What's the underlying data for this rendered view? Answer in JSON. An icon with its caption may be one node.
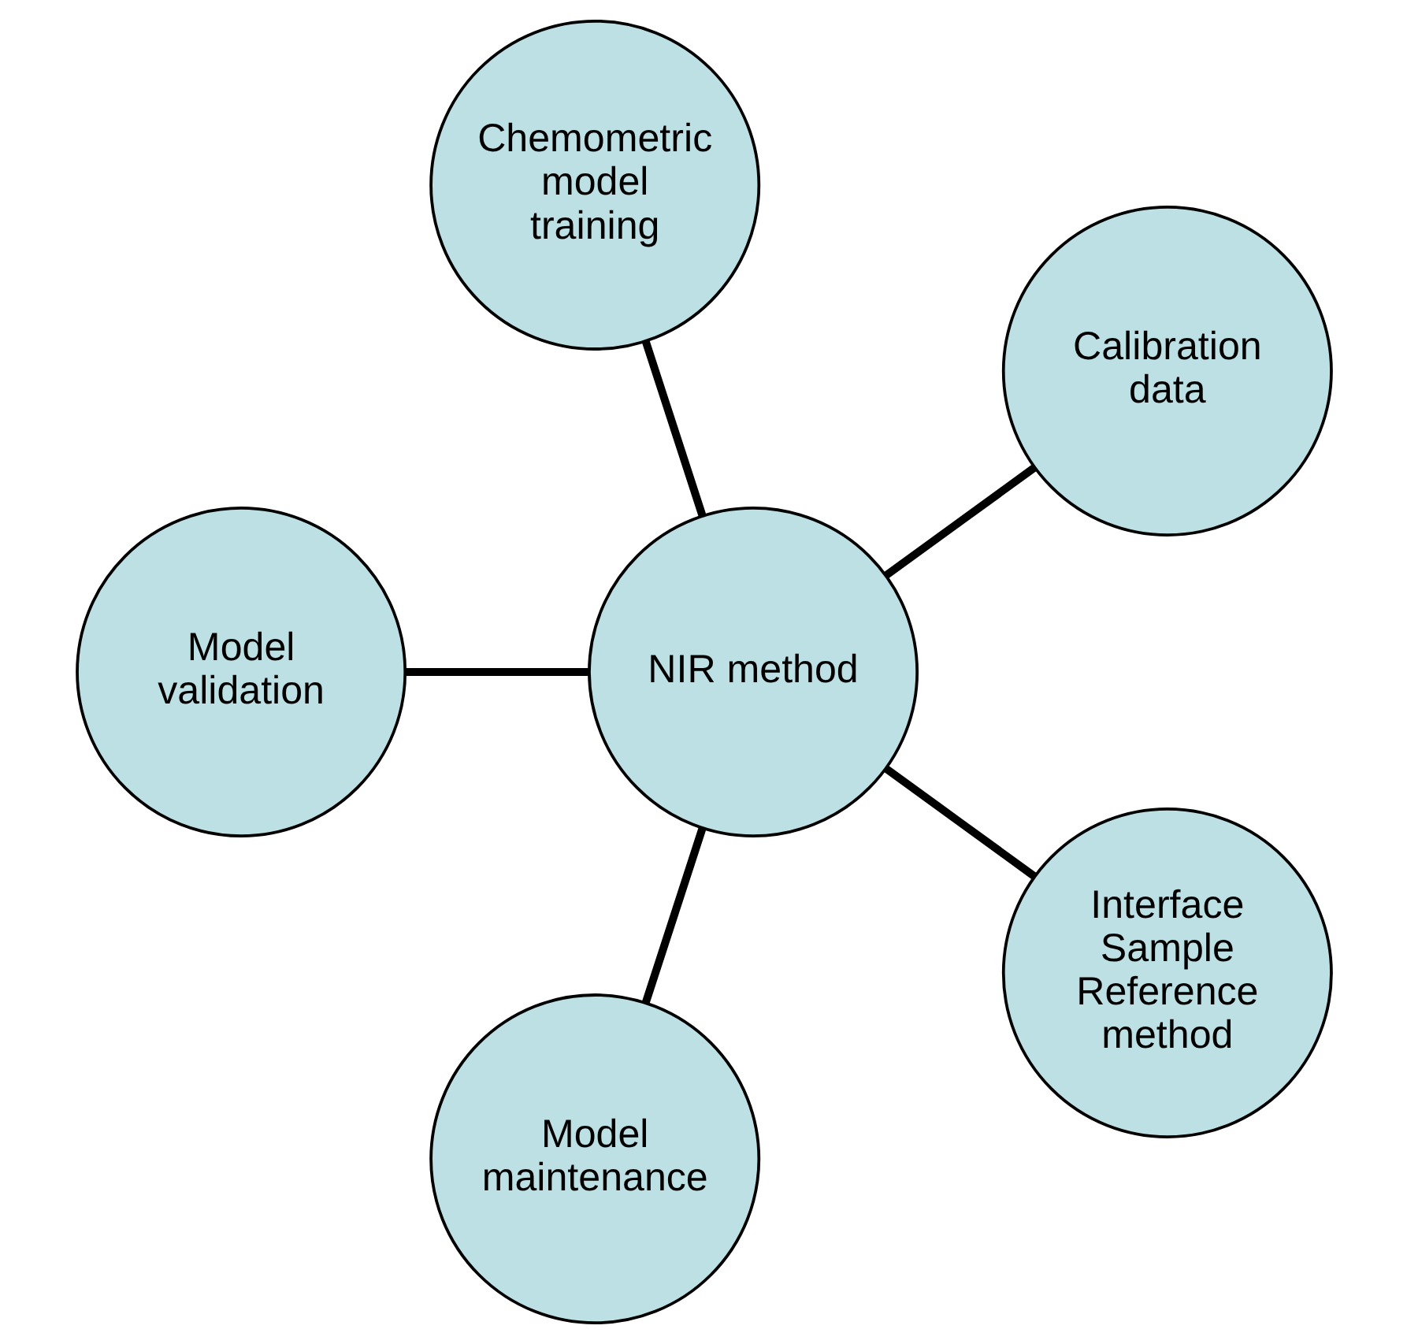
{
  "diagram": {
    "nodes": [
      {
        "text": [
          "Calibration data"
        ]
      },
      {
        "text": [
          "Interface",
          "Sample",
          "Reference method"
        ]
      },
      {
        "text": [
          "Chemometric model training"
        ]
      },
      {
        "text": [
          "NIR method"
        ]
      },
      {
        "text": [
          "Model maintenance"
        ]
      },
      {
        "text": [
          "Model validation"
        ]
      }
    ],
    "edges": [
      {
        "from": 3,
        "to": 0,
        "arrow": "none"
      },
      {
        "from": 3,
        "to": 2,
        "arrow": "none"
      },
      {
        "from": 3,
        "to": 5,
        "arrow": "none"
      },
      {
        "from": 3,
        "to": 4,
        "arrow": "none"
      },
      {
        "from": 3,
        "to": 1,
        "arrow": "none"
      }
    ]
  }
}
